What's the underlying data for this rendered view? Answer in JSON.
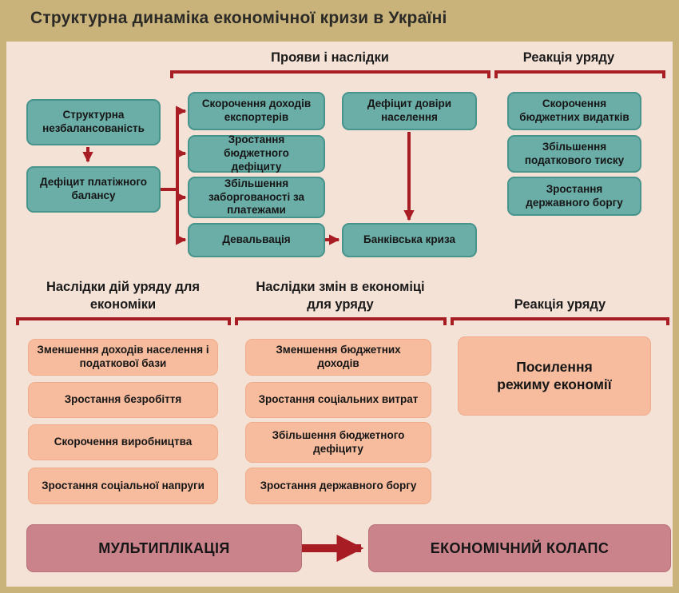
{
  "title": "Структурна динаміка економічної кризи в Україні",
  "top": {
    "header_manifestations": "Прояви і наслідки",
    "header_reaction": "Реакція уряду",
    "causes": [
      "Структурна незбалансованість",
      "Дефіцит платіжного балансу"
    ],
    "manifestations": [
      "Скорочення доходів експортерів",
      "Зростання бюджетного дефіциту",
      "Збільшення заборгованості за платежами",
      "Девальвація"
    ],
    "trust_deficit": "Дефіцит довіри населення",
    "banking_crisis": "Банківська криза",
    "gov_reactions": [
      "Скорочення бюджетних видатків",
      "Збільшення податкового тиску",
      "Зростання державного боргу"
    ]
  },
  "middle": {
    "header_economy": "Наслідки дій уряду для економіки",
    "header_government": "Наслідки змін в економіці для уряду",
    "header_reaction": "Реакція уряду",
    "economy_effects": [
      "Зменшення доходів населення і податкової бази",
      "Зростання безробіття",
      "Скорочення виробництва",
      "Зростання соціальної напруги"
    ],
    "government_effects": [
      "Зменшення бюджетних доходів",
      "Зростання соціальних витрат",
      "Збільшення бюджетного дефіциту",
      "Зростання державного боргу"
    ],
    "austerity": "Посилення режиму економії"
  },
  "bottom": {
    "multiplication": "МУЛЬТИПЛІКАЦІЯ",
    "collapse": "ЕКОНОМІЧНИЙ КОЛАПС"
  },
  "colors": {
    "frame_tan": "#c9b37b",
    "background_pink": "#f5e2d6",
    "teal_box": "#6bada7",
    "teal_border": "#47948d",
    "salmon_box": "#f7bc9e",
    "mauve_box": "#ca828b",
    "arrow_red": "#a81d24",
    "text_dark": "#161616"
  }
}
